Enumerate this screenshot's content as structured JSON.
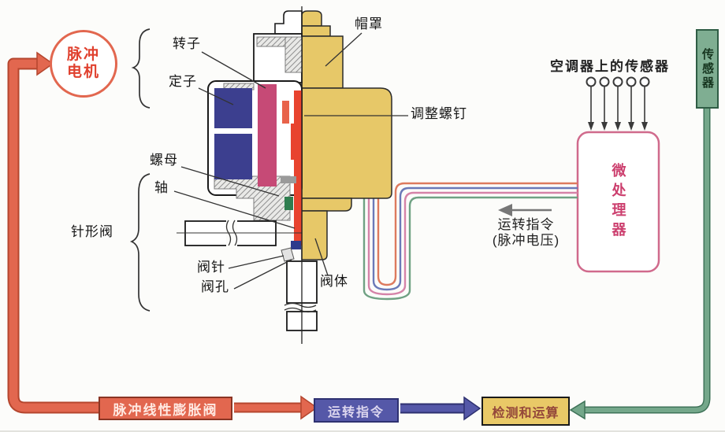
{
  "motor": {
    "label": "脉冲电机"
  },
  "valve_labels": {
    "rotor": "转子",
    "stator": "定子",
    "cap": "帽罩",
    "adjust_screw": "调整螺钉",
    "nut": "螺母",
    "shaft": "轴",
    "needle_valve": "针形阀",
    "valve_needle": "阀针",
    "valve_hole": "阀孔",
    "valve_body": "阀体"
  },
  "right": {
    "ac_sensors_label": "空调器上的传感器",
    "sensor_label": "传感器",
    "micro_label": "微处理器",
    "command_line1": "运转指令",
    "command_line2": "(脉冲电压)"
  },
  "flow": {
    "valve_box": "脉冲线性膨胀阀",
    "command_box": "运转指令",
    "detect_box": "检测和运算"
  },
  "colors": {
    "loop_red": "#e2674f",
    "loop_red_edge": "#b5462e",
    "command_blue": "#5558a8",
    "detect_yellow": "#e9c967",
    "sensor_green": "#74a78a",
    "sensor_green_edge": "#3e7258",
    "micro_pink": "#d06a8c",
    "valve_yellow": "#e7c868",
    "stator_blue": "#3c3f8f",
    "rotor_crimson": "#c64a76",
    "shaft_red": "#e8432e",
    "wire_salmon": "#dd7a5e",
    "wire_blue": "#6b79b8",
    "wire_pink": "#d583a8",
    "wire_green": "#6fa183"
  }
}
